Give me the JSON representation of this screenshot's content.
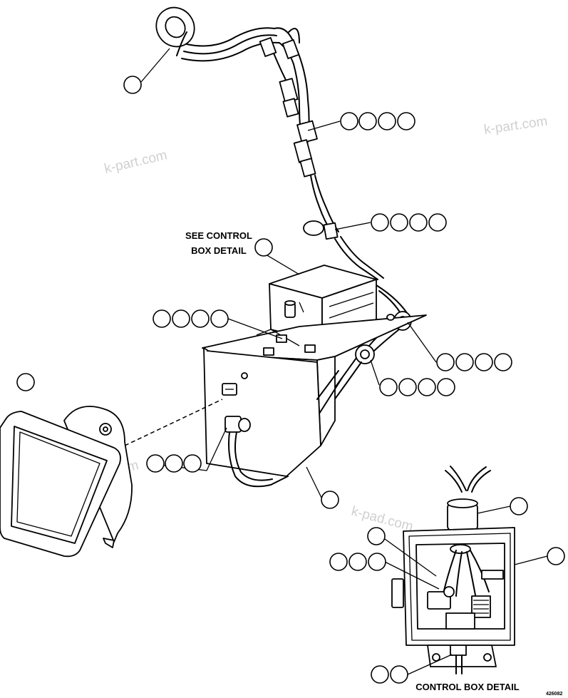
{
  "labels": {
    "see_control_line1": "SEE CONTROL",
    "see_control_line2": "BOX DETAIL",
    "control_box_detail": "CONTROL BOX DETAIL",
    "figure_number": "426082"
  },
  "watermark": "k-part.com",
  "watermark_alt": "k-pad.com",
  "colors": {
    "ink": "#000000",
    "watermark": "#d0d0d0",
    "background": "#ffffff"
  }
}
